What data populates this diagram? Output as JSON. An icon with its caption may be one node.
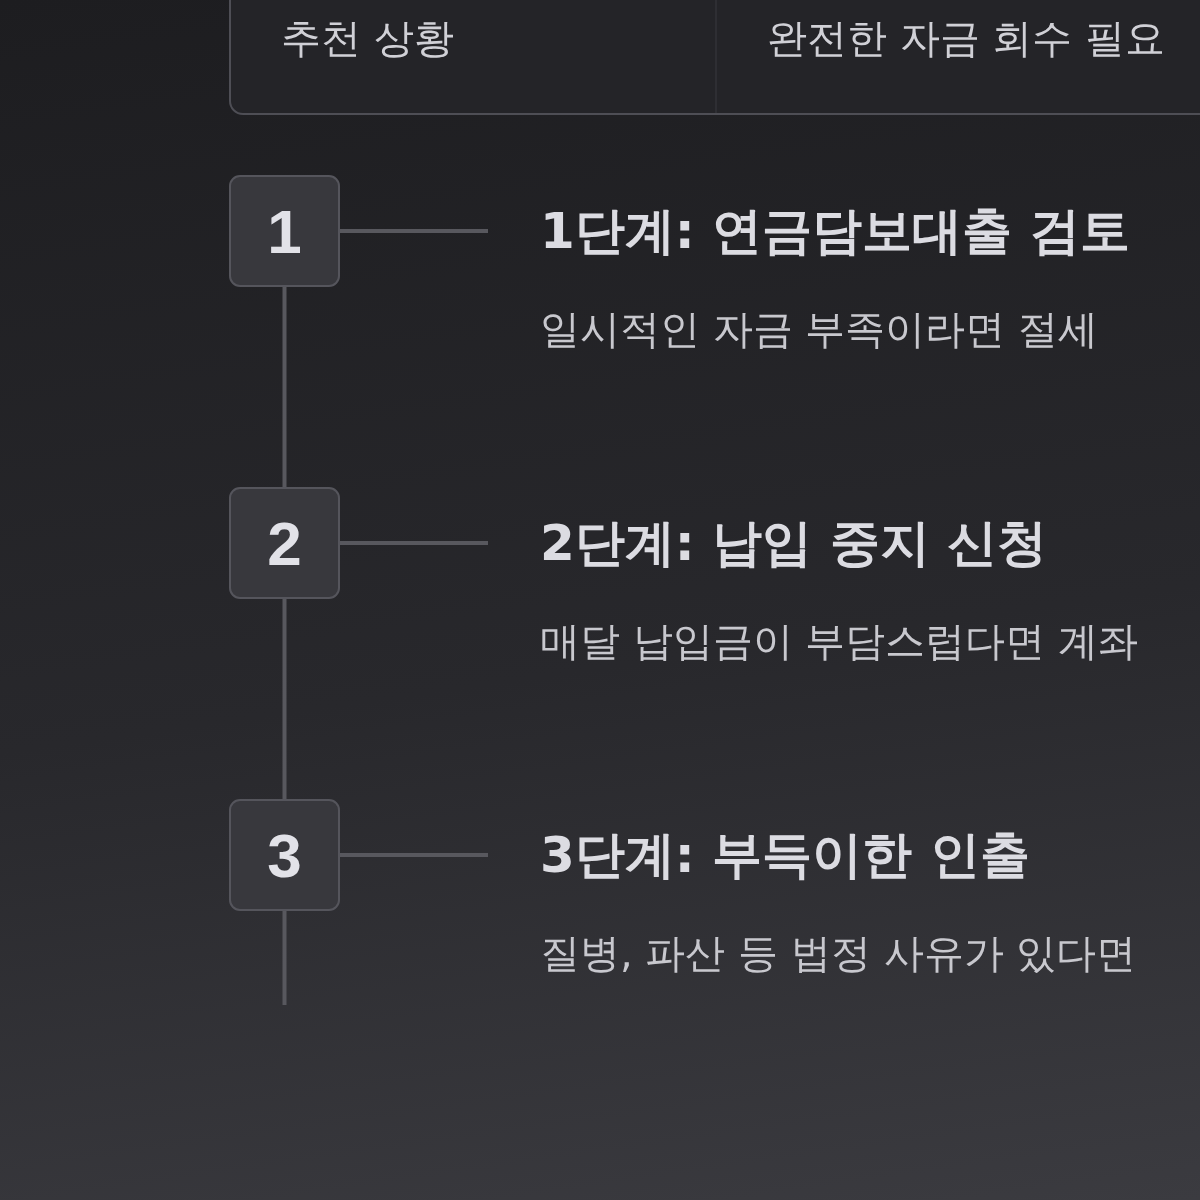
{
  "diagram": {
    "nodes": [
      {
        "text": [
          "1"
        ]
      },
      {
        "text": [
          "1단계: 연금담보대출 검토",
          "일시적인 자금 부족이라면 절세"
        ]
      },
      {
        "text": [
          "2"
        ]
      },
      {
        "text": [
          "2단계: 납입 중지 신청",
          "매달 납입금이 부담스럽다면 계좌"
        ]
      },
      {
        "text": [
          "3"
        ]
      },
      {
        "text": [
          "3단계: 부득이한 인출",
          "질병, 파산 등 법정 사유가 있다면"
        ]
      }
    ],
    "edges": [
      {
        "from": 0,
        "to": 1,
        "arrow": "none"
      },
      {
        "from": 0,
        "to": 2,
        "arrow": "none"
      },
      {
        "from": 2,
        "to": 3,
        "arrow": "none"
      },
      {
        "from": 2,
        "to": 4,
        "arrow": "none"
      },
      {
        "from": 4,
        "to": 5,
        "arrow": "none"
      },
      {
        "from": 4,
        "to": null,
        "arrow": "none"
      }
    ],
    "labels": [
      "추천 상황",
      "완전한 자금 회수 필요"
    ]
  }
}
